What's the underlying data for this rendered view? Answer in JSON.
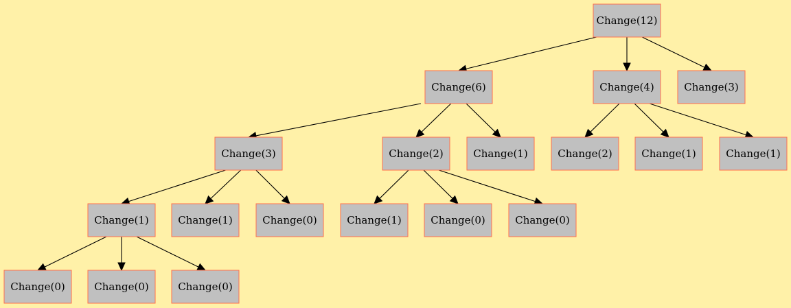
{
  "diagram": {
    "type": "tree",
    "colors": {
      "background": "#fff1a8",
      "node_fill": "#c0c0c0",
      "node_border": "#ff6f4c",
      "edge": "#000000",
      "text": "#000000"
    },
    "nodes": [
      {
        "id": "n0",
        "label": "Change(12)"
      },
      {
        "id": "n1",
        "label": "Change(6)"
      },
      {
        "id": "n2",
        "label": "Change(4)"
      },
      {
        "id": "n3",
        "label": "Change(3)"
      },
      {
        "id": "n4",
        "label": "Change(3)"
      },
      {
        "id": "n5",
        "label": "Change(2)"
      },
      {
        "id": "n6",
        "label": "Change(1)"
      },
      {
        "id": "n7",
        "label": "Change(2)"
      },
      {
        "id": "n8",
        "label": "Change(1)"
      },
      {
        "id": "n9",
        "label": "Change(1)"
      },
      {
        "id": "n10",
        "label": "Change(1)"
      },
      {
        "id": "n11",
        "label": "Change(1)"
      },
      {
        "id": "n12",
        "label": "Change(0)"
      },
      {
        "id": "n13",
        "label": "Change(1)"
      },
      {
        "id": "n14",
        "label": "Change(0)"
      },
      {
        "id": "n15",
        "label": "Change(0)"
      },
      {
        "id": "n16",
        "label": "Change(0)"
      },
      {
        "id": "n17",
        "label": "Change(0)"
      },
      {
        "id": "n18",
        "label": "Change(0)"
      }
    ],
    "edges": [
      {
        "from": "n0",
        "to": "n1"
      },
      {
        "from": "n0",
        "to": "n2"
      },
      {
        "from": "n0",
        "to": "n3"
      },
      {
        "from": "n1",
        "to": "n4"
      },
      {
        "from": "n1",
        "to": "n5"
      },
      {
        "from": "n1",
        "to": "n6"
      },
      {
        "from": "n2",
        "to": "n7"
      },
      {
        "from": "n2",
        "to": "n8"
      },
      {
        "from": "n2",
        "to": "n9"
      },
      {
        "from": "n4",
        "to": "n10"
      },
      {
        "from": "n4",
        "to": "n11"
      },
      {
        "from": "n4",
        "to": "n12"
      },
      {
        "from": "n5",
        "to": "n13"
      },
      {
        "from": "n5",
        "to": "n14"
      },
      {
        "from": "n5",
        "to": "n15"
      },
      {
        "from": "n10",
        "to": "n16"
      },
      {
        "from": "n10",
        "to": "n17"
      },
      {
        "from": "n10",
        "to": "n18"
      }
    ]
  }
}
